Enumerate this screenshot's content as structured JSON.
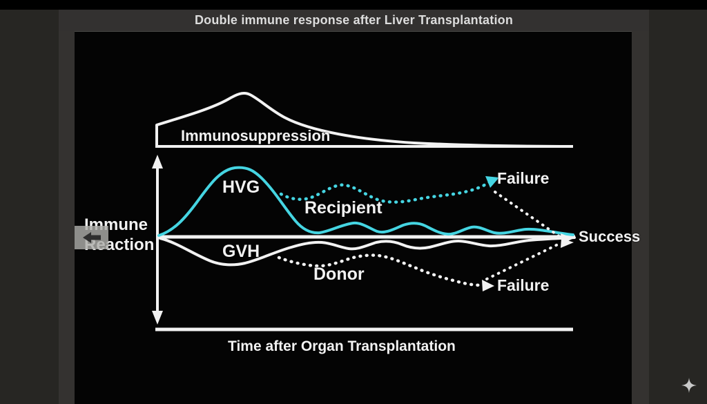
{
  "titlebar": {
    "title": "Double immune response after Liver Transplantation"
  },
  "diagram": {
    "immunosuppression_label": "Immunosuppression",
    "immune_reaction": {
      "line1": "Immune",
      "line2": "Reaction"
    },
    "hvg_label": "HVG",
    "gvh_label": "GVH",
    "recipient_label": "Recipient",
    "donor_label": "Donor",
    "failure_top_label": "Failure",
    "failure_bottom_label": "Failure",
    "success_label": "Success",
    "time_axis_label": "Time after Organ Transplantation",
    "colors": {
      "hvg_recipient_curve": "#45d5e2",
      "gvh_donor_curve": "#f2f2f2",
      "slide_background": "#040404",
      "frame_gray": "#343230"
    },
    "curves": [
      {
        "label": "Immunosuppression",
        "style": "solid",
        "color": "#f2f2f2",
        "position": "above baseline, peak early then tapers"
      },
      {
        "label": "HVG",
        "style": "solid then dotted branch (Recipient)",
        "color": "#45d5e2",
        "outcomes": [
          "Failure",
          "Success"
        ]
      },
      {
        "label": "GVH",
        "style": "solid then dotted branch (Donor)",
        "color": "#f2f2f2",
        "outcomes": [
          "Failure",
          "Success"
        ]
      }
    ],
    "axes": {
      "y_axis": "Immune Reaction (double-headed vertical arrow)",
      "x_axis": "Time after Organ Transplantation"
    }
  },
  "overlay": {
    "back_button_icon": "left-arrow",
    "sparkle_icon": "four-point-star"
  }
}
